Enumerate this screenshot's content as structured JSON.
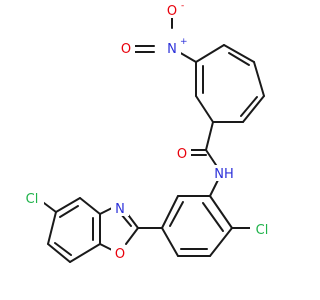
{
  "molecule": {
    "atoms": {
      "o_nitro_minus": {
        "text": "O",
        "charge": "-",
        "color": "#e8000b"
      },
      "n_nitro": {
        "text": "N",
        "charge": "+",
        "color": "#2b30d9"
      },
      "o_nitro_double": {
        "text": "O",
        "color": "#e8000b"
      },
      "o_carbonyl": {
        "text": "O",
        "color": "#e8000b"
      },
      "n_amide": {
        "text": "NH",
        "color": "#2b30d9"
      },
      "cl_benzoxazole": {
        "text": "Cl",
        "color": "#1fb24a"
      },
      "n_oxazole": {
        "text": "N",
        "color": "#2b30d9"
      },
      "cl_anilide": {
        "text": "Cl",
        "color": "#1fb24a"
      },
      "o_oxazole": {
        "text": "O",
        "color": "#e8000b"
      }
    },
    "bond_color": "#1a1a1a"
  }
}
